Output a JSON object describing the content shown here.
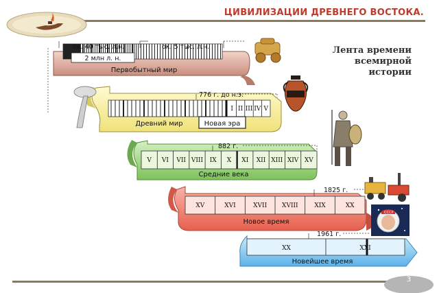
{
  "header": {
    "title": "ЦИВИЛИЗАЦИИ ДРЕВНЕГО ВОСТОКА."
  },
  "caption": {
    "line1": "Лента времени",
    "line2": "всемирной",
    "line3": "истории"
  },
  "page_number": "3",
  "markers": {
    "m1": "ок. 40 тыс. л.н.",
    "m2": "ок. 5 тыс. л.н.",
    "m3": "776 г. до н.э.",
    "m4": "882 г.",
    "m5": "1825 г.",
    "m6": "1961 г.",
    "prehistory_span": "2 млн л. н."
  },
  "eras": {
    "primitive": "Первобытный мир",
    "ancient": "Древний мир",
    "new_era": "Новая эра",
    "middle": "Средние века",
    "modern": "Новое время",
    "newest": "Новейшее время"
  },
  "centuries": {
    "ancient": [
      "I",
      "II",
      "III",
      "IV",
      "V"
    ],
    "middle": [
      "V",
      "VI",
      "VII",
      "VIII",
      "IX",
      "X",
      "XI",
      "XII",
      "XIII",
      "XIV",
      "XV"
    ],
    "modern": [
      "XV",
      "XVI",
      "XVII",
      "XVIII",
      "XIX",
      "XX"
    ],
    "newest": [
      "XX",
      "XXI"
    ]
  },
  "colors": {
    "primitive": "#e3b9ab",
    "ancient": "#fbf4a2",
    "middle": "#a9d98a",
    "modern": "#f2897a",
    "newest": "#96cdef",
    "title": "#c0392b"
  },
  "icons": {
    "logo": "oil-lamp-icon",
    "primitive_art": "wooden-cart-icon",
    "mushroom_art": "mushroom-tree-icon",
    "vase_art": "greek-amphora-icon",
    "knight_art": "medieval-warrior-icon",
    "train_art": "steam-locomotive-icon",
    "cosmonaut_art": "cosmonaut-icon"
  }
}
